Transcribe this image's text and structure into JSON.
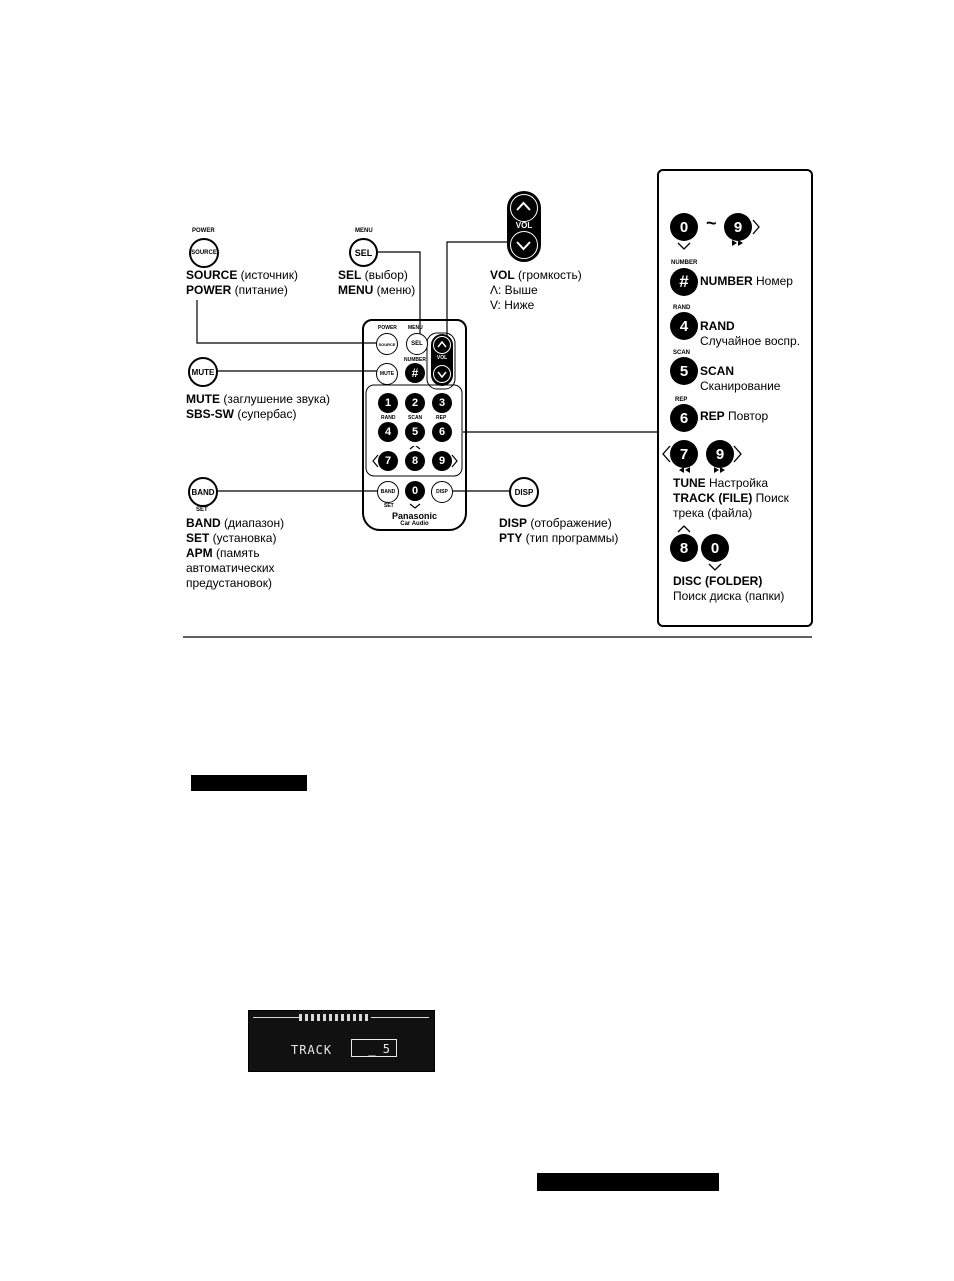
{
  "callouts": {
    "source": {
      "small": "POWER",
      "btn": "SOURCE",
      "l1_bold": "SOURCE",
      "l1_rest": " (источник)",
      "l2_bold": "POWER",
      "l2_rest": " (питание)"
    },
    "sel": {
      "small": "MENU",
      "btn": "SEL",
      "l1_bold": "SEL",
      "l1_rest": " (выбор)",
      "l2_bold": "MENU",
      "l2_rest": " (меню)"
    },
    "vol": {
      "btn": "VOL",
      "l1_bold": "VOL",
      "l1_rest": " (громкость)",
      "l2": "Λ: Выше",
      "l3": "V: Ниже"
    },
    "mute": {
      "btn": "MUTE",
      "l1_bold": "MUTE",
      "l1_rest": " (заглушение звука)",
      "l2_bold": "SBS-SW",
      "l2_rest": " (супербас)"
    },
    "band": {
      "btn": "BAND",
      "small": "SET",
      "l1_bold": "BAND",
      "l1_rest": " (диапазон)",
      "l2_bold": "SET",
      "l2_rest": " (установка)",
      "l3_bold": "APM",
      "l3_rest": " (память",
      "l4": "автоматических",
      "l5": "предустановок)"
    },
    "disp": {
      "btn": "DISP",
      "l1_bold": "DISP",
      "l1_rest": " (отображение)",
      "l2_bold": "PTY",
      "l2_rest": " (тип программы)"
    }
  },
  "remote": {
    "power": "POWER",
    "source": "SOURCE",
    "menu": "MENU",
    "sel": "SEL",
    "vol": "VOL",
    "number": "NUMBER",
    "hash": "#",
    "mute": "MUTE",
    "rand": "RAND",
    "scan": "SCAN",
    "rep": "REP",
    "keys": [
      "1",
      "2",
      "3",
      "4",
      "5",
      "6",
      "7",
      "8",
      "9",
      "0"
    ],
    "band": "BAND",
    "set": "SET",
    "disp": "DISP",
    "brand": "Panasonic",
    "brand_sub": "Car Audio"
  },
  "panel": {
    "k0": "0",
    "tilde": "~",
    "k9": "9",
    "number_small": "NUMBER",
    "hash": "#",
    "number_bold": "NUMBER",
    "number_rest": " Номер",
    "rand_small": "RAND",
    "k4": "4",
    "rand_bold": "RAND",
    "rand_desc": "Случайное воспр.",
    "scan_small": "SCAN",
    "k5": "5",
    "scan_bold": "SCAN",
    "scan_desc": "Сканирование",
    "rep_small": "REP",
    "k6": "6",
    "rep_bold": "REP",
    "rep_rest": " Повтор",
    "k7": "7",
    "k9b": "9",
    "tune_bold": "TUNE",
    "tune_rest": " Настройка",
    "track_bold": "TRACK (FILE)",
    "track_rest": "  Поиск",
    "track_l2": "трека (файла)",
    "k8": "8",
    "k0b": "0",
    "disc_bold": "DISC (FOLDER)",
    "disc_l2": "Поиск диска (папки)"
  },
  "lcd": {
    "label": "TRACK",
    "value": "_ 5"
  }
}
